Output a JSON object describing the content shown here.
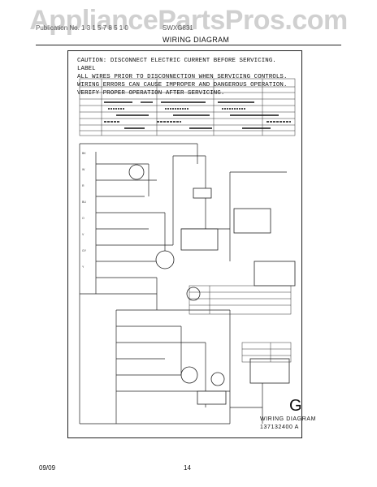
{
  "watermark": "AppliancePartsPros.com",
  "header": {
    "left": "Publication No. 1 3 1 5 7 8 5 1 0",
    "right": "SWXG831",
    "title": "WIRING DIAGRAM"
  },
  "caution": {
    "line1": "CAUTION: DISCONNECT ELECTRIC CURRENT BEFORE SERVICING. LABEL",
    "line2": "ALL WIRES PRIOR TO DISCONNECTION WHEN SERVICING CONTROLS.",
    "line3": "WIRING ERRORS CAN CAUSE IMPROPER AND DANGEROUS OPERATION.",
    "line4": "VERIFY PROPER OPERATION AFTER SERVICING."
  },
  "diagram": {
    "letter": "G",
    "label": "WIRING DIAGRAM",
    "part_number": "137132400 A"
  },
  "footer": {
    "date": "09/09",
    "page": "14"
  }
}
